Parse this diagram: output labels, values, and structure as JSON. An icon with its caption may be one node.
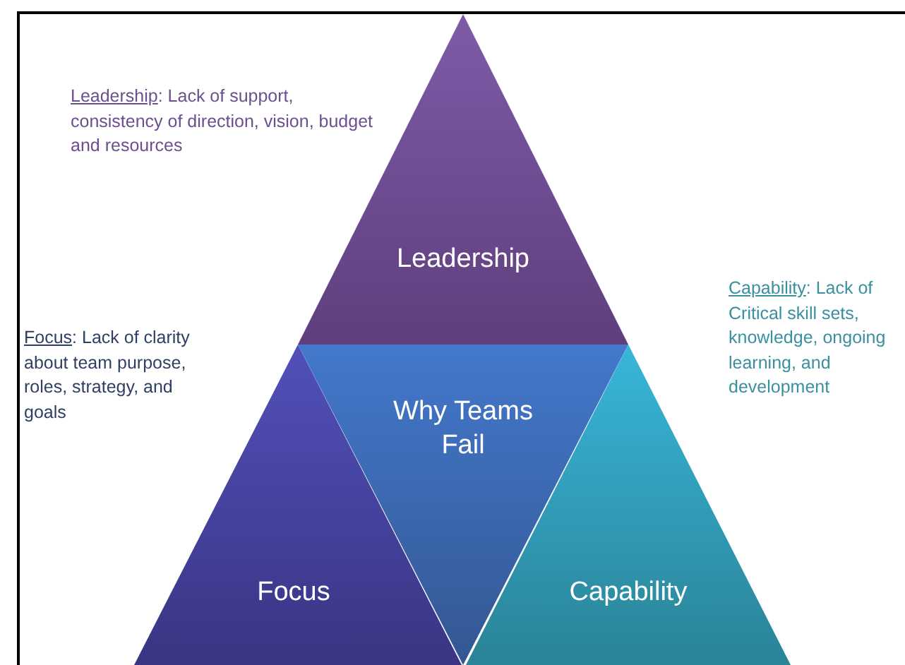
{
  "diagram": {
    "nodes": [
      {
        "text": [
          "Leadership"
        ],
        "beside": [
          "Leadership: Lack of support, consistency of direction, vision, budget and resources"
        ]
      },
      {
        "text": [
          "Focus"
        ],
        "beside": [
          "Focus: Lack of clarity about team purpose, roles, strategy, and goals"
        ]
      },
      {
        "text": [
          "Capability"
        ],
        "beside": [
          "Capability: Lack of Critical skill sets, knowledge, ongoing learning, and development"
        ]
      },
      {
        "text": [
          "Why Teams Fail"
        ]
      }
    ]
  }
}
